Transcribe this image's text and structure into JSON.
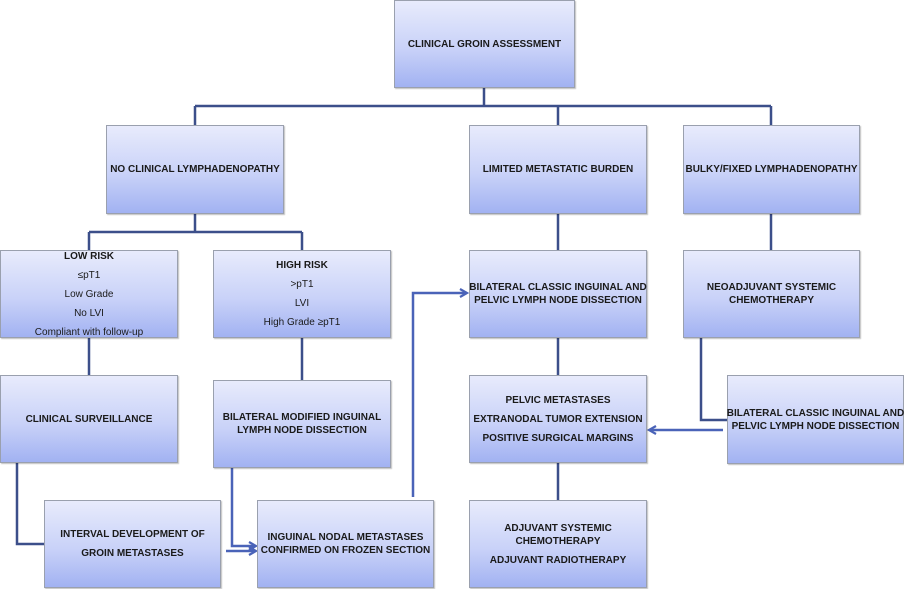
{
  "diagram": {
    "title": "CLINICAL GROIN ASSESSMENT",
    "nodes": {
      "root": {
        "lines": [
          "CLINICAL GROIN ASSESSMENT"
        ]
      },
      "no_clinical": {
        "lines": [
          "NO CLINICAL LYMPHADENOPATHY"
        ]
      },
      "limited": {
        "lines": [
          "LIMITED METASTATIC BURDEN"
        ]
      },
      "bulky": {
        "lines": [
          "BULKY/FIXED LYMPHADENOPATHY"
        ]
      },
      "low_risk": {
        "heading": "LOW RISK",
        "criteria": [
          "≤pT1",
          "Low Grade",
          "No LVI",
          "Compliant with follow-up"
        ]
      },
      "high_risk": {
        "heading": "HIGH RISK",
        "criteria": [
          ">pT1",
          "LVI",
          "High Grade ≥pT1"
        ]
      },
      "bilateral_classic_1": {
        "lines": [
          "BILATERAL CLASSIC INGUINAL AND",
          "PELVIC LYMPH  NODE DISSECTION"
        ]
      },
      "neoadjuvant": {
        "lines": [
          "NEOADJUVANT SYSTEMIC",
          "CHEMOTHERAPY"
        ]
      },
      "surveillance": {
        "lines": [
          "CLINICAL SURVEILLANCE"
        ]
      },
      "bilateral_modified": {
        "lines": [
          "BILATERAL MODIFIED  INGUINAL",
          "LYMPH NODE DISSECTION"
        ]
      },
      "pelvic_mets": {
        "lines": [
          "PELVIC METASTASES",
          "EXTRANODAL TUMOR EXTENSION",
          "POSITIVE SURGICAL MARGINS"
        ]
      },
      "bilateral_classic_2": {
        "lines": [
          "BILATERAL CLASSIC INGUINAL AND",
          "PELVIC LYMPH  NODE DISSECTION"
        ]
      },
      "interval": {
        "lines": [
          "INTERVAL DEVELOPMENT OF",
          "GROIN METASTASES"
        ]
      },
      "inguinal_nodal": {
        "lines": [
          "INGUINAL NODAL METASTASES",
          "CONFIRMED ON FROZEN SECTION"
        ]
      },
      "adjuvant": {
        "lines": [
          "ADJUVANT SYSTEMIC",
          "CHEMOTHERAPY",
          "ADJUVANT RADIOTHERAPY"
        ]
      }
    },
    "edges": [
      {
        "from": "root",
        "to": "no_clinical",
        "type": "line"
      },
      {
        "from": "root",
        "to": "limited",
        "type": "line"
      },
      {
        "from": "root",
        "to": "bulky",
        "type": "line"
      },
      {
        "from": "no_clinical",
        "to": "low_risk",
        "type": "line"
      },
      {
        "from": "no_clinical",
        "to": "high_risk",
        "type": "line"
      },
      {
        "from": "low_risk",
        "to": "surveillance",
        "type": "line"
      },
      {
        "from": "surveillance",
        "to": "interval",
        "type": "line"
      },
      {
        "from": "high_risk",
        "to": "bilateral_modified",
        "type": "line"
      },
      {
        "from": "bilateral_modified",
        "to": "inguinal_nodal",
        "type": "arrow"
      },
      {
        "from": "interval",
        "to": "inguinal_nodal",
        "type": "arrow"
      },
      {
        "from": "inguinal_nodal",
        "to": "bilateral_classic_1",
        "type": "arrow"
      },
      {
        "from": "limited",
        "to": "bilateral_classic_1",
        "type": "line"
      },
      {
        "from": "bilateral_classic_1",
        "to": "pelvic_mets",
        "type": "line"
      },
      {
        "from": "pelvic_mets",
        "to": "adjuvant",
        "type": "line"
      },
      {
        "from": "bulky",
        "to": "neoadjuvant",
        "type": "line"
      },
      {
        "from": "neoadjuvant",
        "to": "bilateral_classic_2",
        "type": "line"
      },
      {
        "from": "bilateral_classic_2",
        "to": "pelvic_mets",
        "type": "arrow"
      }
    ],
    "colors": {
      "connector": "#3c4f8a",
      "arrow": "#4a63b8",
      "box_top": "#e8ebfc",
      "box_bottom": "#a2b2f2"
    }
  }
}
